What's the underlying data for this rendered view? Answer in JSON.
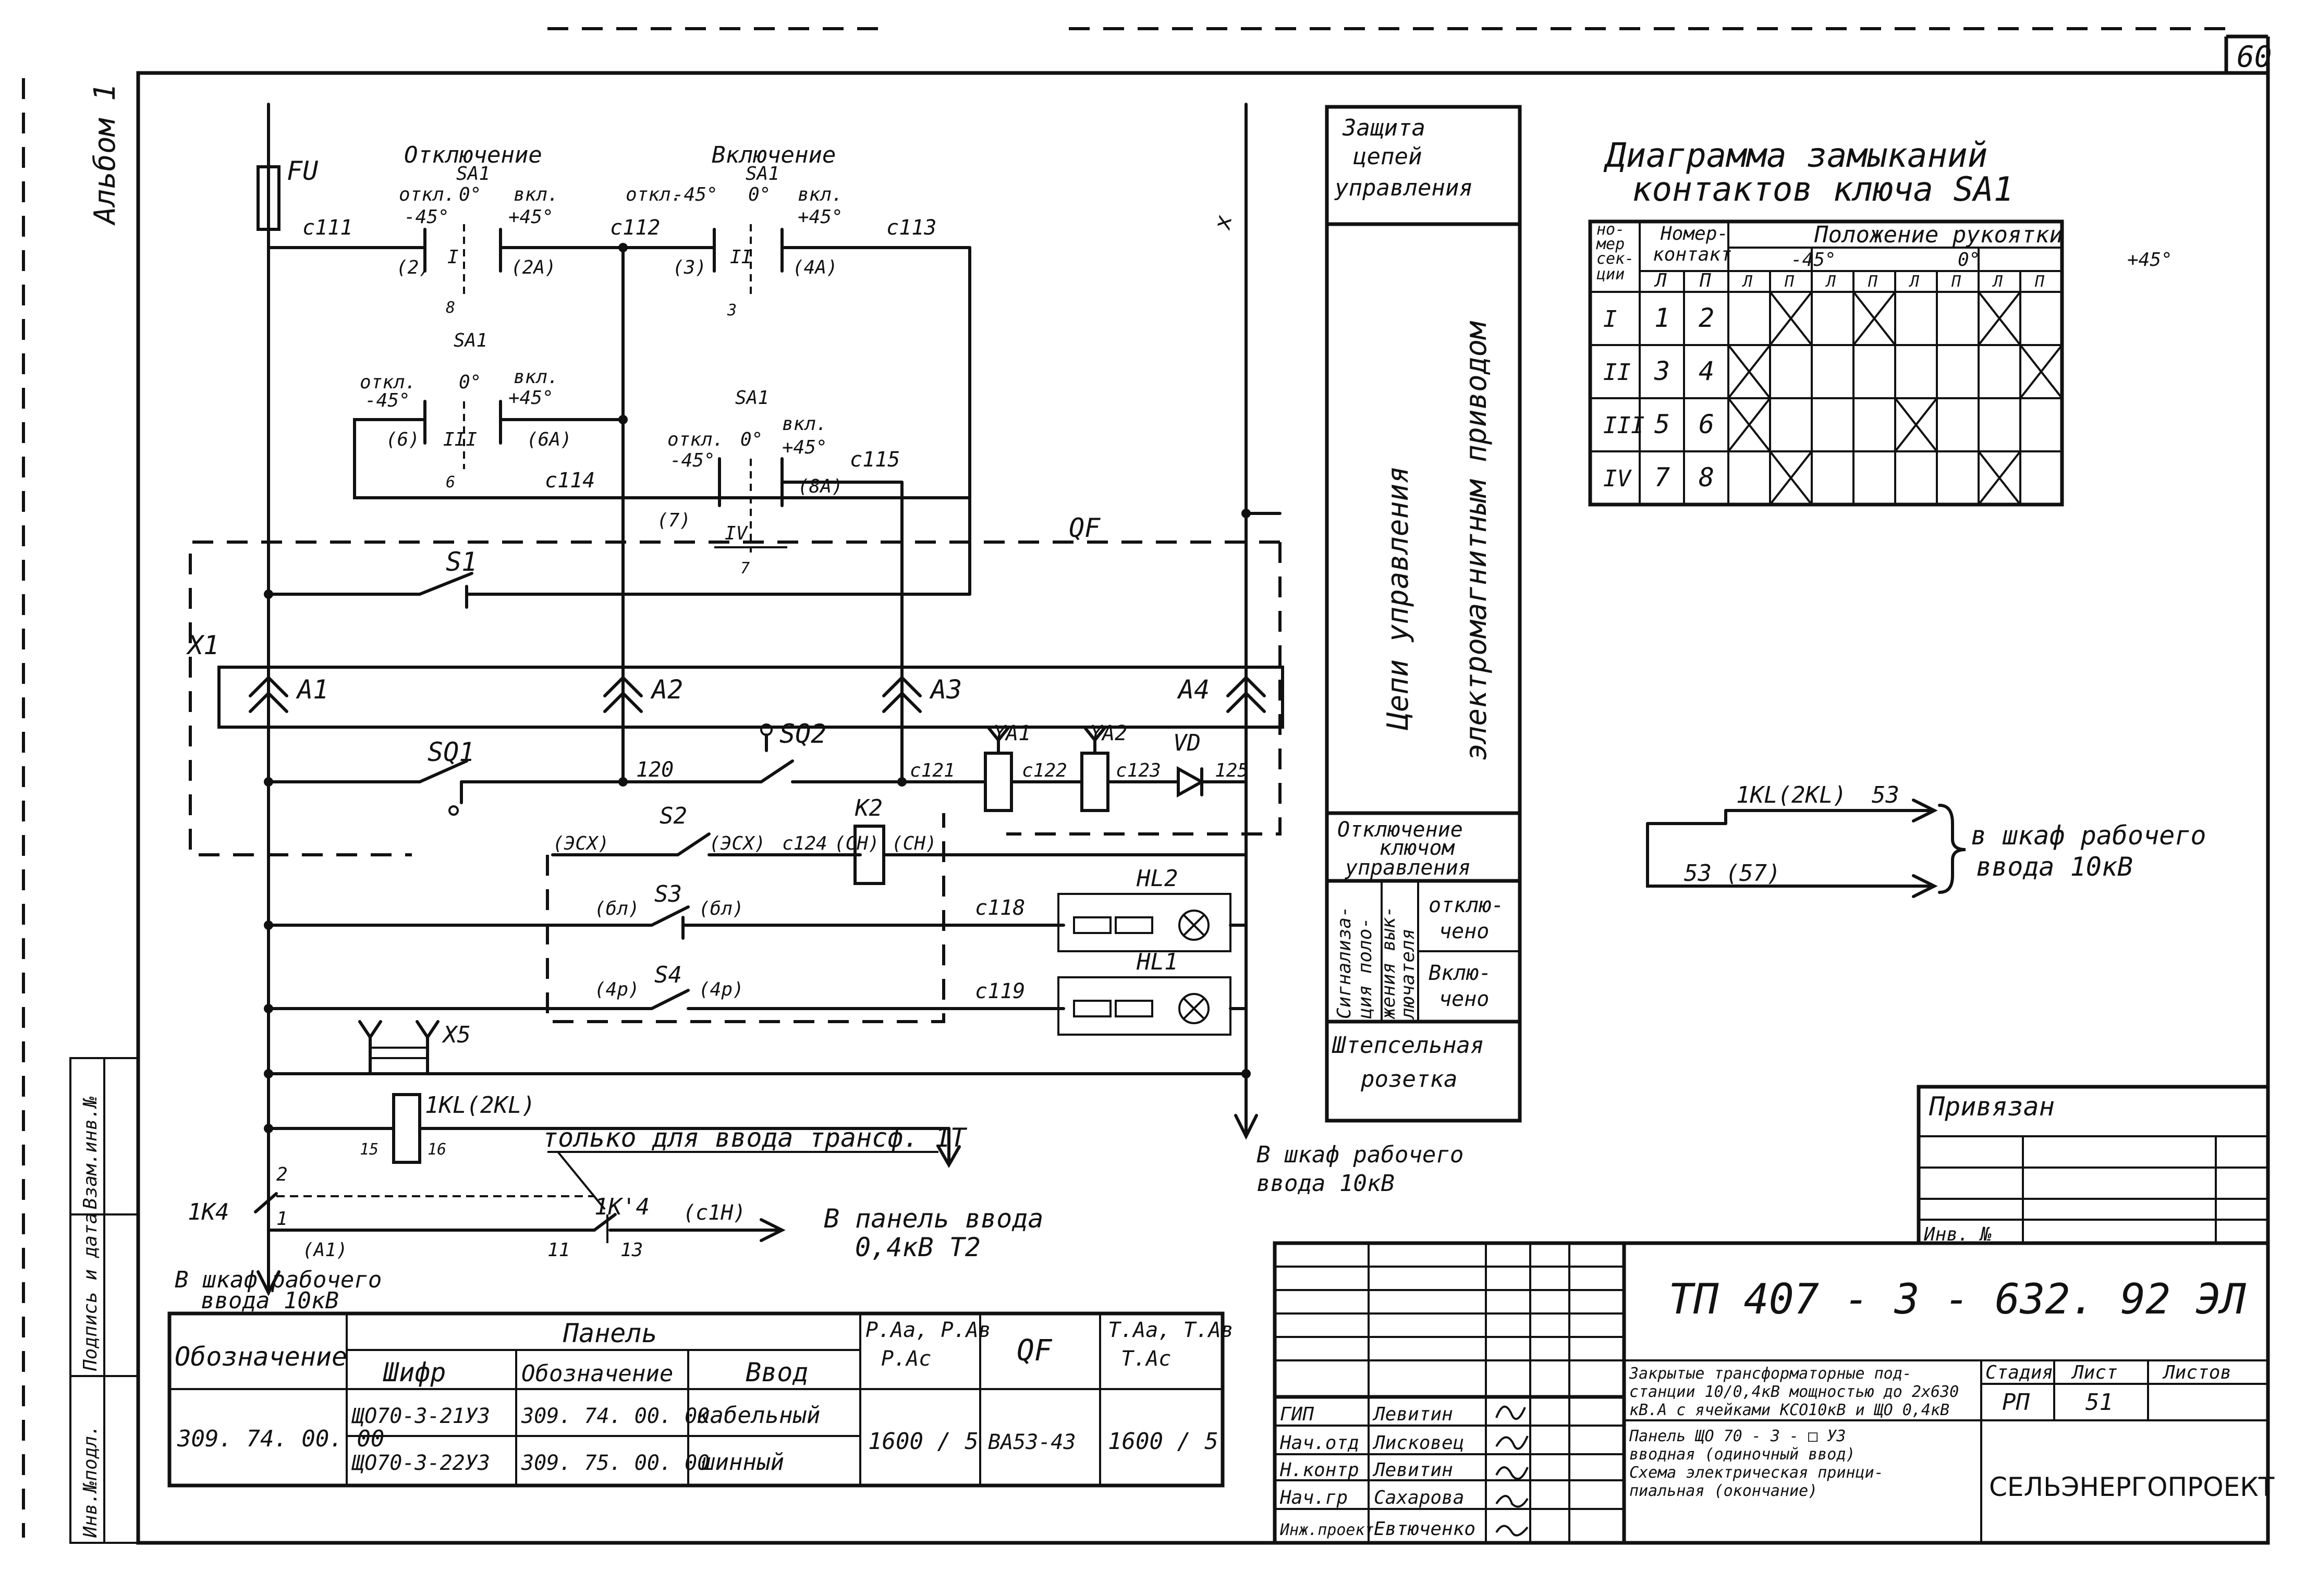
{
  "sheet": {
    "page_number": "60",
    "album": "Альбом 1",
    "side_stamp": {
      "inv_dubl": "Инв.№подл.",
      "sign_date": "Подпись и дата",
      "vzam": "Взам.инв.№"
    }
  },
  "schematic": {
    "fuse": "FU",
    "switch_sa1": {
      "title_off": "Отключение",
      "title_on": "Включение",
      "name": "SA1",
      "pos_off": "откл.",
      "pos_off_deg": "-45°",
      "pos_zero": "0°",
      "pos_on": "вкл.",
      "pos_on_deg": "+45°",
      "sections": [
        "I",
        "II",
        "III",
        "IV"
      ],
      "contacts": [
        "(2)",
        "(2А)",
        "(3)",
        "(4А)",
        "(6)",
        "(6А)",
        "(7)",
        "(8А)"
      ],
      "nodes": [
        "8",
        "3",
        "6",
        "7"
      ]
    },
    "wires": {
      "c111": "с111",
      "c112": "с112",
      "c113": "с113",
      "c114": "с114",
      "c115": "с115",
      "n120": "120",
      "c121": "с121",
      "c122": "с122",
      "c123": "с123",
      "n125": "125",
      "c124": "с124",
      "c118": "с118",
      "c119": "с119",
      "c1h": "(с1Н)",
      "a1_ref": "(А1)"
    },
    "devices": {
      "qf": "QF",
      "s1": "S1",
      "x1": "X1",
      "a1": "А1",
      "a2": "А2",
      "a3": "А3",
      "a4": "А4",
      "sq1": "SQ1",
      "sq2": "SQ2",
      "ya1": "YА1",
      "ya2": "YА2",
      "vd": "VD",
      "s2": "S2",
      "s2_left": "(ЭСХ)",
      "s2_right": "(ЭСХ)",
      "k2": "К2",
      "k2_left": "(СН)",
      "k2_right": "(СН)",
      "s3": "S3",
      "s3_left": "(бл)",
      "s3_right": "(бл)",
      "s4": "S4",
      "s4_left": "(4р)",
      "s4_right": "(4р)",
      "hl2": "HL2",
      "hl1": "HL1",
      "x5": "X5",
      "relay": "1КL(2КL)",
      "relay_l": "15",
      "relay_r": "16",
      "k4": "1К4",
      "k4b": "1К'4",
      "k4_n2": "2",
      "k4_n1": "1",
      "k4_n11": "11",
      "k4_n13": "13",
      "x_mark": "х"
    },
    "notes": {
      "only_trans": "только для ввода трансф. 1Т",
      "panel_in": "В панель ввода",
      "panel_in2": "0,4кВ  Т2",
      "cab_right": "В шкаф рабочего",
      "cab_right2": "ввода  10кВ",
      "cab_left": "В шкаф рабочего",
      "cab_left2": "ввода  10кВ"
    }
  },
  "labels_column": {
    "protect": [
      "Защита",
      "цепей",
      "управления"
    ],
    "circuits": "Цепи   управления",
    "em_drive": "электромагнитным  приводом",
    "off_by_key": [
      "Отключение",
      "ключом",
      "управления"
    ],
    "signal_v": [
      "Сигнализа-",
      "ция поло-",
      "жения вык-",
      "лючателя"
    ],
    "off_state": [
      "отклю-",
      "чено"
    ],
    "on_state": [
      "Вклю-",
      "чено"
    ],
    "socket": [
      "Штепсельная",
      "розетка"
    ]
  },
  "contact_table": {
    "title_1": "Диаграмма   замыканий",
    "title_2": "контактов   ключа  SA1",
    "h_section": [
      "но-",
      "мер",
      "сек-",
      "ции"
    ],
    "h_contact": [
      "Номер-",
      "контакт"
    ],
    "h_position": "Положение  рукоятки",
    "positions": [
      "-45°",
      "0°",
      "+45°"
    ],
    "lp": [
      "Л",
      "П"
    ],
    "rows": [
      {
        "sec": "I",
        "l": "1",
        "p": "2",
        "x": [
          0,
          1,
          0,
          1,
          0,
          0,
          1,
          0
        ]
      },
      {
        "sec": "II",
        "l": "3",
        "p": "4",
        "x": [
          1,
          0,
          0,
          0,
          0,
          0,
          0,
          1
        ]
      },
      {
        "sec": "III",
        "l": "5",
        "p": "6",
        "x": [
          1,
          0,
          0,
          0,
          1,
          0,
          0,
          0
        ]
      },
      {
        "sec": "IV",
        "l": "7",
        "p": "8",
        "x": [
          0,
          1,
          0,
          0,
          0,
          0,
          1,
          0
        ]
      }
    ]
  },
  "relay_note": {
    "relay": "1КL(2КL)",
    "n53": "53",
    "n5357": "53 (57)",
    "to_1": "в шкаф рабочего",
    "to_2": "ввода  10кВ"
  },
  "panel_table": {
    "h_designation": "Обозначение",
    "h_panel": "Панель",
    "h_cabinet": "Шифр",
    "h_panel_desig": "Обозначение",
    "h_input": "Ввод",
    "h_ra": [
      "Р.Аа, Р.Ав",
      "Р.Ас"
    ],
    "h_qf": "QF",
    "h_ta": [
      "Т.Аа, Т.Ав",
      "Т.Ас"
    ],
    "designation": "309. 74. 00. 00",
    "rows": [
      {
        "cabinet": "ЩО70-3-21УЗ",
        "panel": "309. 74. 00. 00",
        "input": "кабельный"
      },
      {
        "cabinet": "ЩО70-3-22УЗ",
        "panel": "309. 75. 00. 00",
        "input": "шинный"
      }
    ],
    "ra_value": "1600 / 5",
    "qf_value": "ВА53-43",
    "ta_value": "1600 / 5"
  },
  "title_block": {
    "privyazan": "Привязан",
    "inv_no": "Инв. №",
    "code": "ТП 407 - 3 - 632. 92   ЭЛ",
    "staff": [
      {
        "role": "ГИП",
        "name": "Левитин"
      },
      {
        "role": "Нач.отд",
        "name": "Лисковец"
      },
      {
        "role": "Н.контр",
        "name": "Левитин"
      },
      {
        "role": "Нач.гр",
        "name": "Сахарова"
      },
      {
        "role": "Инж.проект",
        "name": "Евтюченко"
      }
    ],
    "project_desc": [
      "Закрытые трансформаторные под-",
      "станции 10/0,4кВ мощностью до 2х630",
      "кВ.А с ячейками КСО10кВ и ЩО 0,4кВ"
    ],
    "stage_h": "Стадия",
    "sheet_h": "Лист",
    "sheets_h": "Листов",
    "stage": "РП",
    "sheet_no": "51",
    "sheet_desc": [
      "Панель  ЩО 70 - 3 - □  УЗ",
      "вводная (одиночный ввод)",
      "Схема электрическая принци-",
      "пиальная  (окончание)"
    ],
    "org": "СЕЛЬЭНЕРГОПРОЕКТ"
  }
}
